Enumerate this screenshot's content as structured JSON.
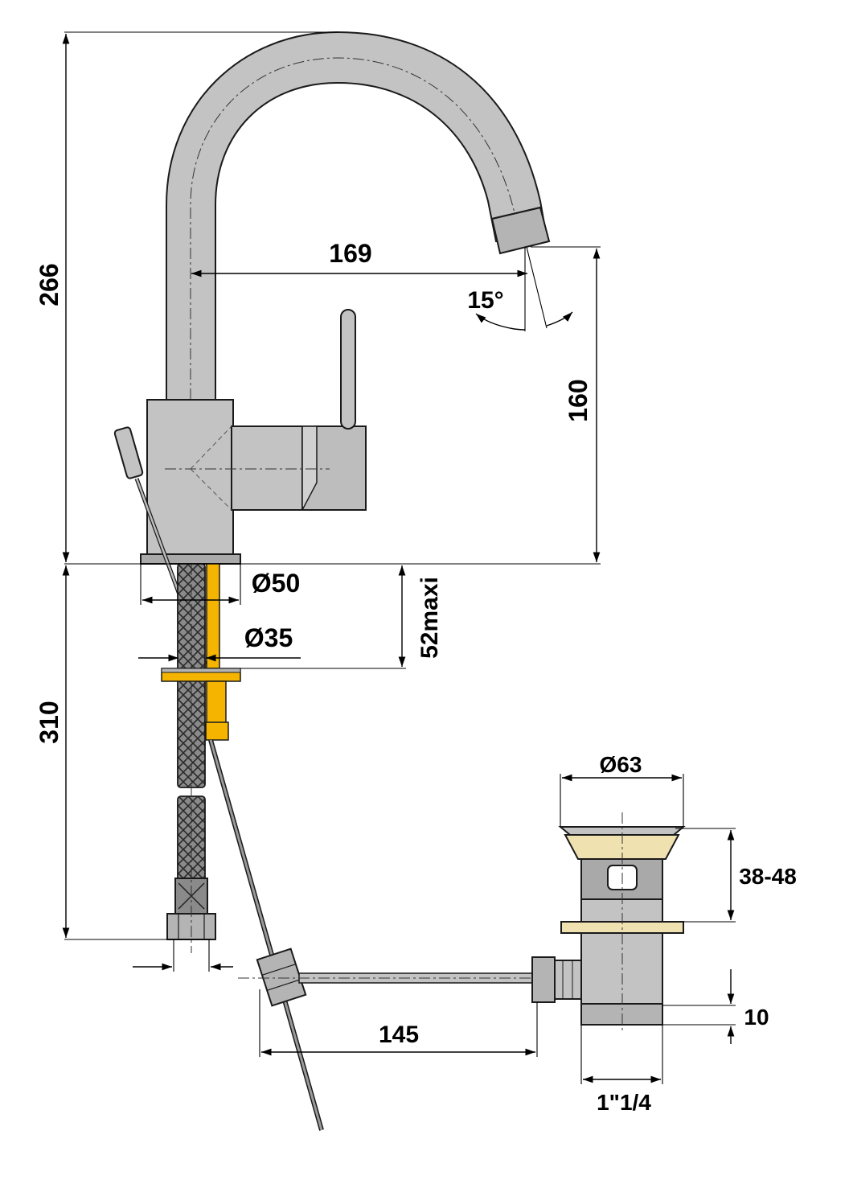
{
  "dimensions": {
    "total_height": "266",
    "spout_reach": "169",
    "spout_angle": "15°",
    "spout_height": "160",
    "base_diameter": "Ø50",
    "hole_diameter": "Ø35",
    "deck_thickness": "52maxi",
    "hose_length": "310",
    "waste_diameter": "Ø63",
    "waste_length": "38-48",
    "rod_length": "145",
    "thread_height": "10",
    "thread_size": "1\"1/4"
  },
  "colors": {
    "chrome": "#c3c3c3",
    "chrome_dark": "#a9a9a9",
    "fixing_yellow": "#f4b400",
    "gasket_cream": "#efe1b0",
    "hose": "#7a7a7a",
    "line": "#000000"
  }
}
